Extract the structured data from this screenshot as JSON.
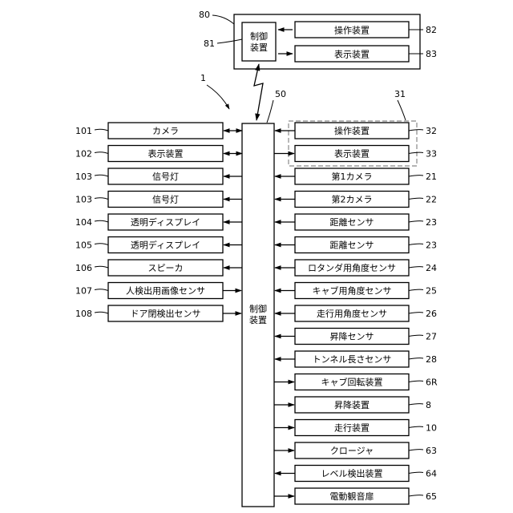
{
  "remote": {
    "outer_ref": "80",
    "controller": {
      "ref": "81",
      "label_1": "制御",
      "label_2": "装置"
    },
    "devices": [
      {
        "ref": "82",
        "label": "操作装置"
      },
      {
        "ref": "83",
        "label": "表示装置"
      }
    ]
  },
  "system_ref": "1",
  "controller": {
    "ref": "50",
    "label_1": "制御",
    "label_2": "装置"
  },
  "group_ref": "31",
  "left_devices": [
    {
      "ref": "101",
      "label": "カメラ",
      "dir": "both"
    },
    {
      "ref": "102",
      "label": "表示装置",
      "dir": "both"
    },
    {
      "ref": "103",
      "label": "信号灯",
      "dir": "out"
    },
    {
      "ref": "103",
      "label": "信号灯",
      "dir": "out"
    },
    {
      "ref": "104",
      "label": "透明ディスプレイ",
      "dir": "out"
    },
    {
      "ref": "105",
      "label": "透明ディスプレイ",
      "dir": "out"
    },
    {
      "ref": "106",
      "label": "スピーカ",
      "dir": "out"
    },
    {
      "ref": "107",
      "label": "人検出用画像センサ",
      "dir": "in"
    },
    {
      "ref": "108",
      "label": "ドア閉検出センサ",
      "dir": "in"
    }
  ],
  "right_devices": [
    {
      "ref": "32",
      "label": "操作装置",
      "dir": "in"
    },
    {
      "ref": "33",
      "label": "表示装置",
      "dir": "out"
    },
    {
      "ref": "21",
      "label": "第1カメラ",
      "dir": "in"
    },
    {
      "ref": "22",
      "label": "第2カメラ",
      "dir": "in"
    },
    {
      "ref": "23",
      "label": "距離センサ",
      "dir": "in"
    },
    {
      "ref": "23",
      "label": "距離センサ",
      "dir": "in"
    },
    {
      "ref": "24",
      "label": "ロタンダ用角度センサ",
      "dir": "in"
    },
    {
      "ref": "25",
      "label": "キャブ用角度センサ",
      "dir": "in"
    },
    {
      "ref": "26",
      "label": "走行用角度センサ",
      "dir": "in"
    },
    {
      "ref": "27",
      "label": "昇降センサ",
      "dir": "in"
    },
    {
      "ref": "28",
      "label": "トンネル長さセンサ",
      "dir": "in"
    },
    {
      "ref": "6R",
      "label": "キャブ回転装置",
      "dir": "out"
    },
    {
      "ref": "8",
      "label": "昇降装置",
      "dir": "out"
    },
    {
      "ref": "10",
      "label": "走行装置",
      "dir": "out"
    },
    {
      "ref": "63",
      "label": "クロージャ",
      "dir": "out"
    },
    {
      "ref": "64",
      "label": "レベル検出装置",
      "dir": "in"
    },
    {
      "ref": "65",
      "label": "電動観音扉",
      "dir": "out"
    }
  ]
}
